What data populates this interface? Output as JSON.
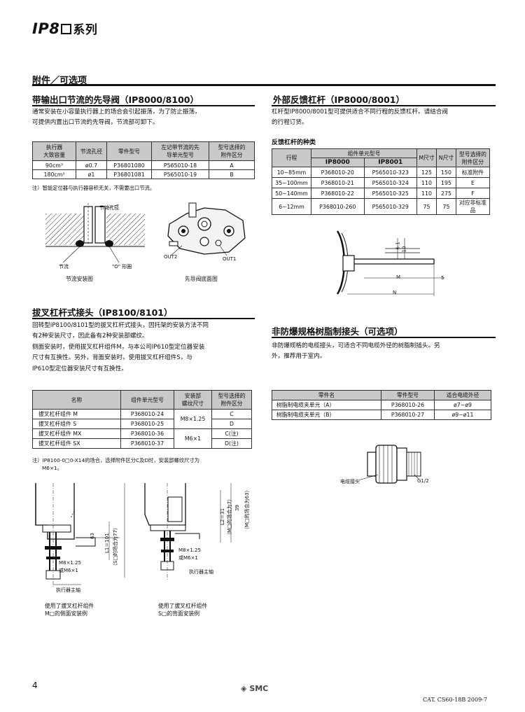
{
  "header": {
    "series_prefix": "IP8",
    "series_suffix": "系列",
    "accessories_title": "附件／可选项"
  },
  "sec1": {
    "title": "带输出口节流的先导阀（IP8000/8100）",
    "para": [
      "通常安装在小容量执行器上的场合会引起振荡，为了防止振荡，",
      "可提供内置出口节流的先导阀，节流部可卸下。"
    ],
    "headers": [
      "执行器\n大致容量",
      "节流孔径",
      "零件型号",
      "左记带节流的先\n导单元型号",
      "型号选择的\n附件区分"
    ],
    "rows": [
      [
        "90cm³",
        "ø0.7",
        "P36801080",
        "P565010-18",
        "A"
      ],
      [
        "180cm³",
        "ø1",
        "P36801081",
        "P565010-19",
        "B"
      ]
    ],
    "note": "注）智能定位器与执行器容积无关，不需要出口节流。",
    "fig_labels": {
      "orifice": "节流孔径",
      "throttle": "节流",
      "oring": "\"O\" 形圈",
      "out2": "OUT2",
      "out1": "OUT1"
    },
    "captions": [
      "节流安装图",
      "先导阀底面图"
    ]
  },
  "sec2": {
    "title": "外部反馈杠杆（IP8000/8001）",
    "para": [
      "杠杆型IP8000/8001型可提供适合不同行程的反馈杠杆。请结合阀",
      "的行程订货。"
    ],
    "subtitle": "反馈杠杆的种类",
    "headers": {
      "stroke": "行程",
      "unit": "组件单元型号",
      "ip8000": "IP8000",
      "ip8001": "IP8001",
      "m": "M尺寸",
      "n": "N尺寸",
      "acc": "型号选择的\n附件区分"
    },
    "rows": [
      [
        "10~85mm",
        "P368010-20",
        "P565010-323",
        "125",
        "150",
        "标准附件"
      ],
      [
        "35~100mm",
        "P368010-21",
        "P565010-324",
        "110",
        "195",
        "E"
      ],
      [
        "50~140mm",
        "P368010-22",
        "P565010-325",
        "110",
        "275",
        "F"
      ],
      [
        "6~12mm",
        "P368010-260",
        "P565010-329",
        "75",
        "75",
        "对应非标准品"
      ]
    ],
    "dims": {
      "d1": "6.1",
      "d2": "10",
      "m": "M",
      "n": "N",
      "five": "5"
    }
  },
  "sec3": {
    "title": "拔叉杠杆式接头（IP8100/8101）",
    "para": [
      "回转型IP8100/8101型的拔叉杠杆式接头，因托架的安装方法不同",
      "有2种安装尺寸，因此备有2种安装部螺纹。",
      "侧面安装时，使用拔叉杠杆组件M，与本公司IP610型定位器安装",
      "尺寸有互换性。另外，背面安装时，使用拔叉杠杆组件S，与",
      "IP610型定位器安装尺寸有互换性。"
    ],
    "headers": [
      "名称",
      "组件单元型号",
      "安装部\n螺纹尺寸",
      "型号选择的\n附件区分"
    ],
    "rows": [
      [
        "拔叉杠杆组件 M",
        "P368010-24",
        "C"
      ],
      [
        "拔叉杠杆组件 S",
        "P368010-25",
        "D"
      ],
      [
        "拔叉杠杆组件 MX",
        "P368010-36",
        "C(注)"
      ],
      [
        "拔叉杠杆组件 SX",
        "P368010-37",
        "D(注)"
      ]
    ],
    "threads": [
      "M8×1.25",
      "M6×1"
    ],
    "note": [
      "注）IP8100-0□0-X14的场合，选择附件区分C及D时，安装部螺纹尺寸为",
      "M6×1。"
    ],
    "fig1": {
      "m8": "M8×1.25",
      "m6": "或M6×1",
      "shaft": "执行器主轴",
      "l101": "L1＝101",
      "s_dim": "（S□的场合为77）",
      "d63": "63",
      "cap": [
        "使用了拔叉杠杆组件",
        "M□的侧面安装例"
      ]
    },
    "fig2": {
      "m8": "M8×1.25",
      "m6": "或M6×1",
      "shaft": "执行器主轴",
      "l231": "L2＝31",
      "m_dim": "（M□的场合为7）",
      "d39": "39",
      "m63": "（M□的场合为63）",
      "cap": [
        "使用了拔叉杠杆组件",
        "S□的背面安装例"
      ]
    }
  },
  "sec4": {
    "title": "非防爆规格树脂制接头（可选项）",
    "para": [
      "非防爆规格的电缆接头，可适合不同电缆外径的树脂制插头。另",
      "外，推荐用于室内。"
    ],
    "headers": [
      "零件名",
      "零件型号",
      "适合电缆外径"
    ],
    "rows": [
      [
        "树脂制电缆夹单元（A）",
        "P368010-26",
        "ø7~ø9"
      ],
      [
        "树脂制电缆夹单元（B）",
        "P368010-27",
        "ø9~ø11"
      ]
    ],
    "labels": {
      "cable": "电缆接头",
      "g12": "G1/2"
    }
  },
  "footer": {
    "page": "4",
    "brand": "SMC",
    "cat": "CAT. CS60-18B  2009-7"
  }
}
